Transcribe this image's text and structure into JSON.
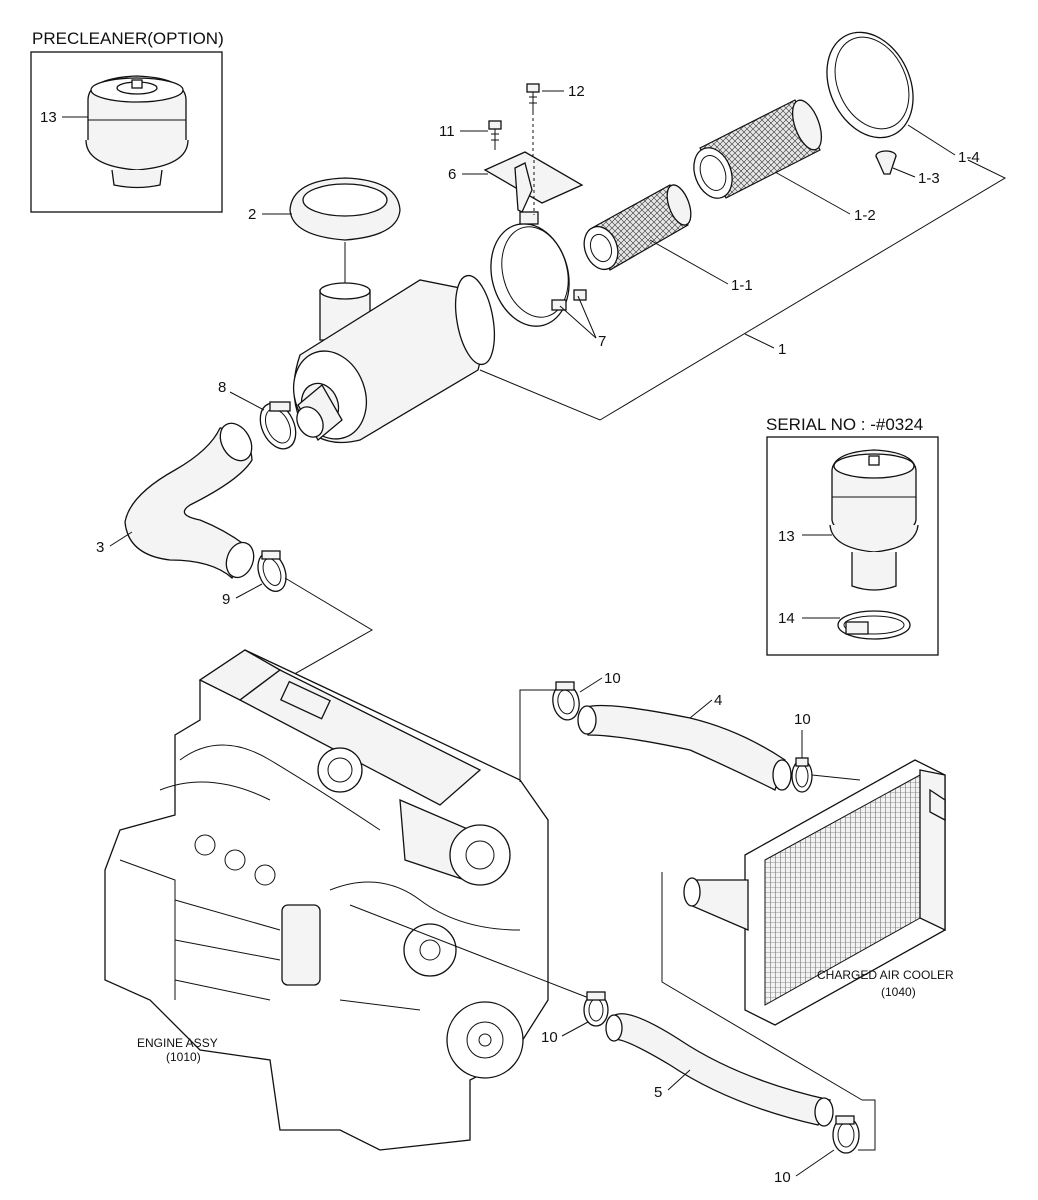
{
  "insets": {
    "precleaner_title": "PRECLEANER(OPTION)",
    "serial_title": "SERIAL NO : -#0324"
  },
  "callouts": {
    "c13a": "13",
    "c13b": "13",
    "c14": "14",
    "c12": "12",
    "c11": "11",
    "c6": "6",
    "c2": "2",
    "c1_4": "1-4",
    "c1_3": "1-3",
    "c1_2": "1-2",
    "c1_1": "1-1",
    "c7": "7",
    "c1": "1",
    "c8": "8",
    "c3": "3",
    "c9": "9",
    "c10a": "10",
    "c10b": "10",
    "c10c": "10",
    "c10d": "10",
    "c4": "4",
    "c5": "5"
  },
  "references": {
    "engine_name": "ENGINE ASSY",
    "engine_code": "(1010)",
    "cooler_name": "CHARGED AIR COOLER",
    "cooler_code": "(1040)"
  }
}
